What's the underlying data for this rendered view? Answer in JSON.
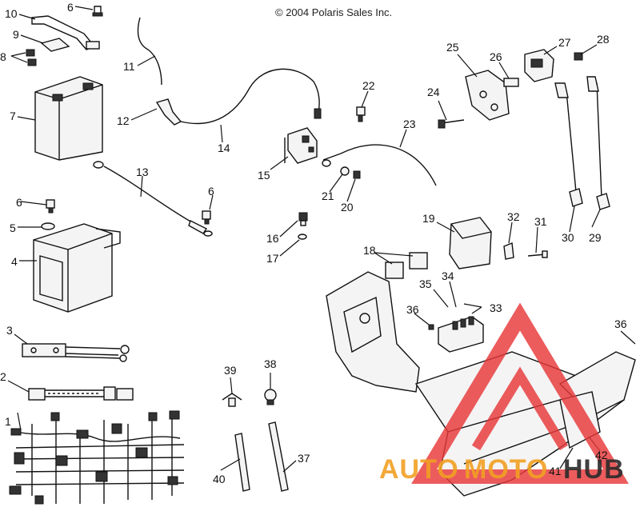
{
  "copyright": "© 2004 Polaris Sales Inc.",
  "callouts": [
    "1",
    "2",
    "3",
    "4",
    "5",
    "6",
    "6",
    "6",
    "7",
    "8",
    "9",
    "10",
    "11",
    "12",
    "13",
    "14",
    "15",
    "16",
    "17",
    "18",
    "19",
    "20",
    "21",
    "22",
    "23",
    "24",
    "25",
    "26",
    "27",
    "28",
    "29",
    "30",
    "31",
    "32",
    "33",
    "34",
    "35",
    "36",
    "36",
    "37",
    "38",
    "39",
    "40",
    "41",
    "42"
  ],
  "watermark": {
    "brand_part1": "AUTO",
    "brand_part2": "MOTO",
    "brand_part3": "HUB",
    "color_red": "#e8393a",
    "color_orange": "#f2a023",
    "color_dark": "#2b2b2b"
  }
}
